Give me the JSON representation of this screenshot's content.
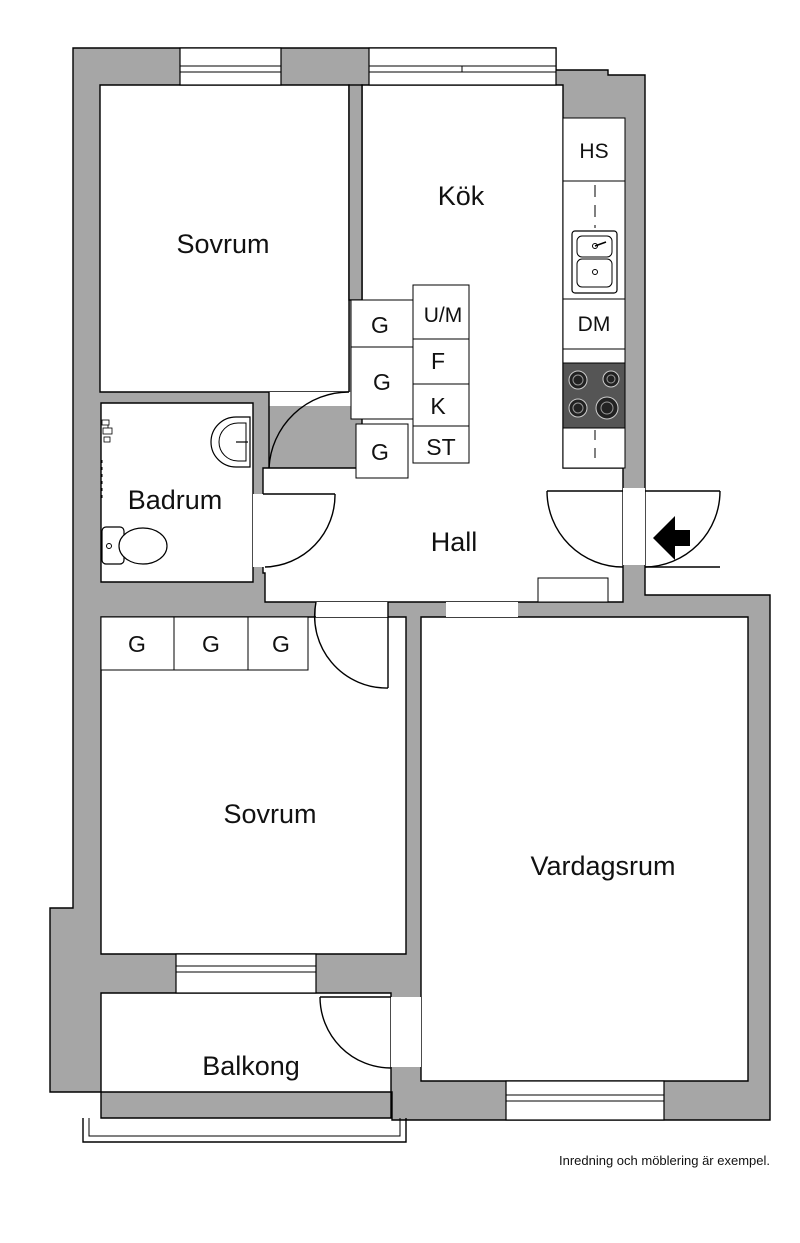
{
  "rooms": {
    "sovrum_top": "Sovrum",
    "kok": "Kök",
    "badrum": "Badrum",
    "hall": "Hall",
    "sovrum_bottom": "Sovrum",
    "vardagsrum": "Vardagsrum",
    "balkong": "Balkong"
  },
  "fixtures": {
    "hs": "HS",
    "dm": "DM",
    "um": "U/M",
    "f": "F",
    "k": "K",
    "st": "ST",
    "g": "G"
  },
  "icons": [
    "sink-icon",
    "stove-icon",
    "toilet-icon",
    "washbasin-icon",
    "shower-icon",
    "entrance-arrow-icon"
  ],
  "note": "Inredning och möblering är exempel."
}
